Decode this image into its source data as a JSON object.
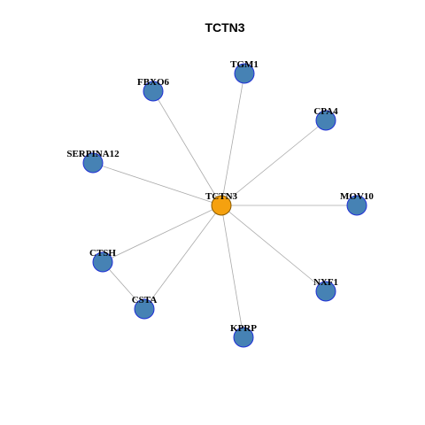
{
  "title": "TCTN3",
  "colors": {
    "center_fill": "#f5a10f",
    "center_stroke": "#8a5a00",
    "node_fill": "#4682b4",
    "node_stroke": "#1f2fd6",
    "edge": "#aaaaaa"
  },
  "nodes": [
    {
      "id": "TCTN3",
      "label": "TCTN3",
      "role": "center"
    },
    {
      "id": "TGM1",
      "label": "TGM1",
      "role": "neighbor"
    },
    {
      "id": "FBXO6",
      "label": "FBXO6",
      "role": "neighbor"
    },
    {
      "id": "CPA4",
      "label": "CPA4",
      "role": "neighbor"
    },
    {
      "id": "SERPINA12",
      "label": "SERPINA12",
      "role": "neighbor"
    },
    {
      "id": "MOV10",
      "label": "MOV10",
      "role": "neighbor"
    },
    {
      "id": "CTSH",
      "label": "CTSH",
      "role": "neighbor"
    },
    {
      "id": "NXF1",
      "label": "NXF1",
      "role": "neighbor"
    },
    {
      "id": "CSTA",
      "label": "CSTA",
      "role": "neighbor"
    },
    {
      "id": "KPRP",
      "label": "KPRP",
      "role": "neighbor"
    }
  ],
  "edges": [
    [
      "TCTN3",
      "TGM1"
    ],
    [
      "TCTN3",
      "FBXO6"
    ],
    [
      "TCTN3",
      "CPA4"
    ],
    [
      "TCTN3",
      "SERPINA12"
    ],
    [
      "TCTN3",
      "MOV10"
    ],
    [
      "TCTN3",
      "CTSH"
    ],
    [
      "TCTN3",
      "NXF1"
    ],
    [
      "TCTN3",
      "CSTA"
    ],
    [
      "TCTN3",
      "KPRP"
    ],
    [
      "CTSH",
      "CSTA"
    ]
  ]
}
